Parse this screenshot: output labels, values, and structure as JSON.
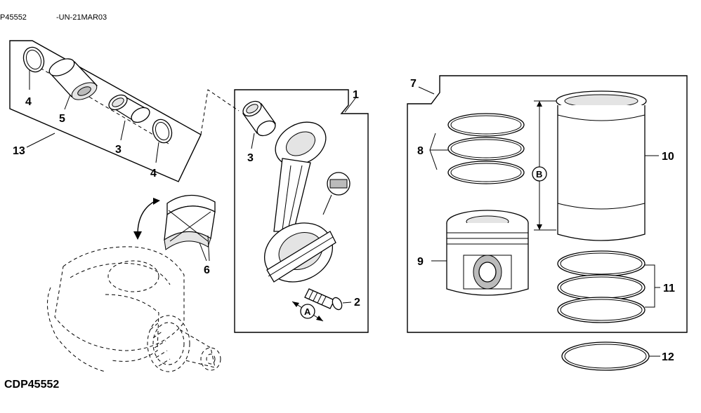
{
  "header": {
    "left": "P45552",
    "right": "-UN-21MAR03"
  },
  "figure_code": "CDP45552",
  "callouts": {
    "c1": "1",
    "c2": "2",
    "c3a": "3",
    "c3b": "3",
    "c4a": "4",
    "c4b": "4",
    "c5": "5",
    "c6": "6",
    "c7": "7",
    "c8": "8",
    "c9": "9",
    "c10": "10",
    "c11": "11",
    "c12": "12",
    "c13": "13"
  },
  "markers": {
    "a": "A",
    "b": "B"
  }
}
